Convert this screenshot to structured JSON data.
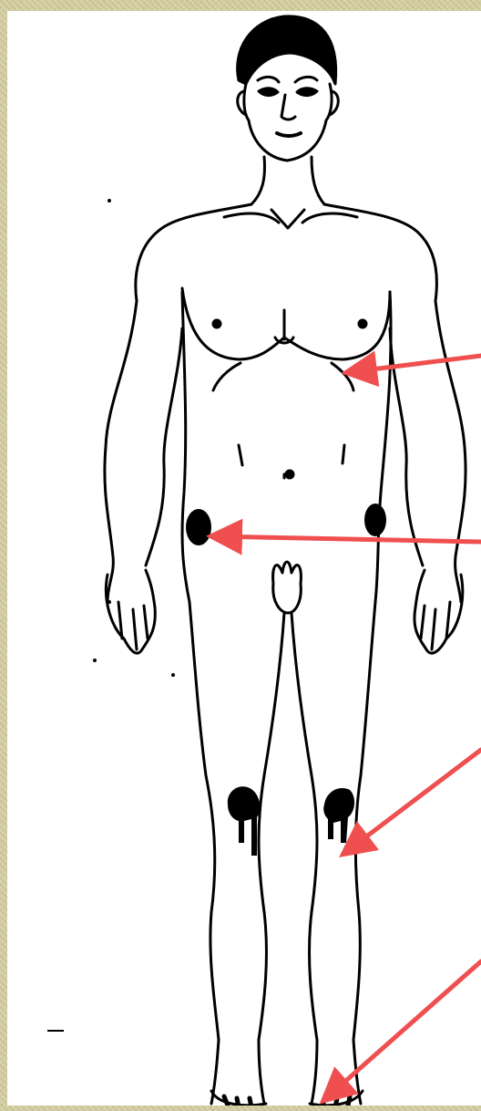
{
  "colors": {
    "frame": "#d6d0a4",
    "paper": "#ffffff",
    "ink": "#000000",
    "arrow": "#ef4f4f"
  },
  "figure": {
    "subject": "male-body-front-view",
    "marked_sites": [
      "left-hip",
      "right-hip",
      "left-knee",
      "right-knee"
    ],
    "arrows": [
      {
        "name": "arrow-abdomen",
        "target": "abdomen"
      },
      {
        "name": "arrow-hip",
        "target": "hip"
      },
      {
        "name": "arrow-knee",
        "target": "knee"
      },
      {
        "name": "arrow-foot",
        "target": "foot"
      }
    ]
  }
}
